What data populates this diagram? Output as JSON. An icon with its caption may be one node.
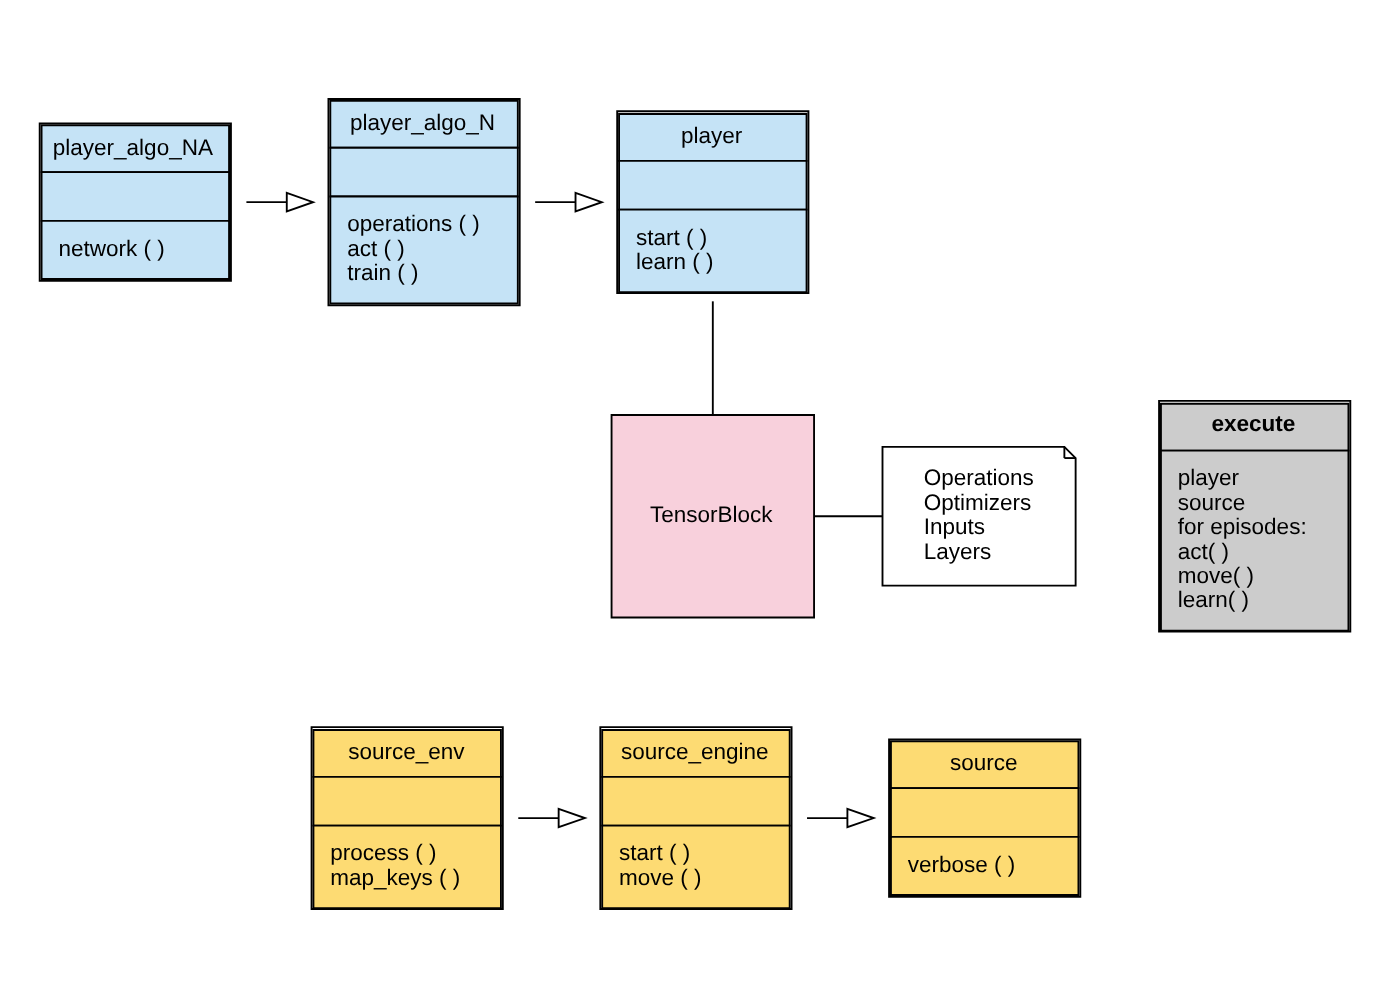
{
  "diagram": {
    "nodes": [
      {
        "text": [
          "player",
          "start ( ) learn ( )"
        ]
      },
      {
        "text": [
          "player_algo_N",
          "operations ( ) act ( ) train ( )"
        ]
      },
      {
        "text": [
          "player_algo_NA",
          "network ( )"
        ]
      },
      {
        "text": [
          "execute",
          "player source for episodes: act( ) move( ) learn( )"
        ]
      },
      {
        "text": [
          "TensorBlock"
        ]
      },
      {
        "text": [
          "Operations Optimizers Inputs Layers"
        ]
      },
      {
        "text": [
          "source",
          "verbose ( )"
        ]
      },
      {
        "text": [
          "source_engine",
          "start ( ) move ( )"
        ]
      },
      {
        "text": [
          "source_env",
          "process ( ) map_keys ( )"
        ]
      }
    ],
    "edges": [
      {
        "from": 1,
        "to": 0,
        "arrow": "to"
      },
      {
        "from": 2,
        "to": 1,
        "arrow": "to"
      },
      {
        "from": 0,
        "to": 4,
        "arrow": "none"
      },
      {
        "from": 4,
        "to": 5,
        "arrow": "none"
      },
      {
        "from": 7,
        "to": 6,
        "arrow": "to"
      },
      {
        "from": 8,
        "to": 7,
        "arrow": "to"
      }
    ]
  }
}
